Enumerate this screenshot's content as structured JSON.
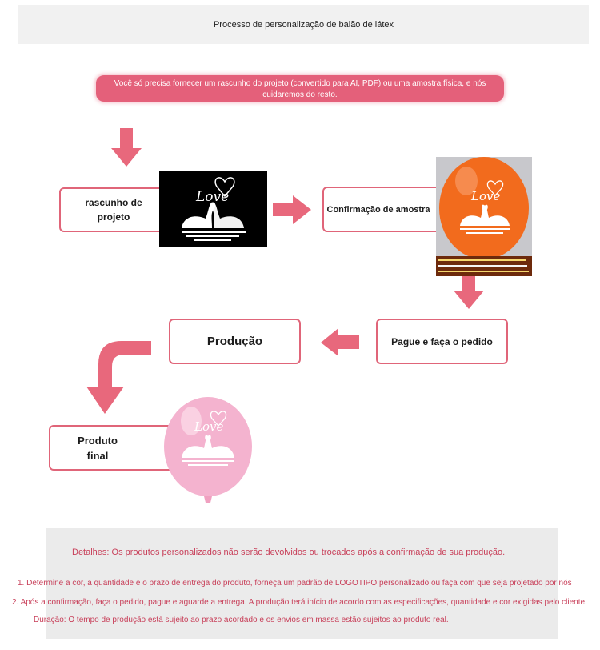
{
  "header": {
    "title": "Processo de personalização de balão de látex"
  },
  "banner": {
    "text": "Você só precisa fornecer um rascunho do projeto (convertido para AI, PDF) ou uma amostra física, e nós cuidaremos do resto."
  },
  "steps": {
    "draft_line1": "rascunho de",
    "draft_line2": "projeto",
    "confirm": "Confirmação de amostra",
    "pay": "Pague e faça o pedido",
    "produce": "Produção",
    "final_line1": "Produto",
    "final_line2": "final"
  },
  "images": {
    "logo_text": "Love"
  },
  "details": {
    "heading": "Detalhes: Os produtos personalizados não serão devolvidos ou trocados após a confirmação de sua produção.",
    "item1": "1. Determine a cor, a quantidade e o prazo de entrega do produto, forneça um padrão de LOGOTIPO personalizado ou faça com que seja projetado por nós",
    "item2": "2. Após a confirmação, faça o pedido, pague e aguarde a entrega. A produção terá início de acordo com as especificações, quantidade e cor exigidas pelo cliente.",
    "item3": "Duração: O tempo de produção está sujeito ao prazo acordado e os envios em massa estão sujeitos ao produto real."
  },
  "colors": {
    "accent": "#e06579",
    "banner": "#e4607a",
    "details_text": "#c8405a",
    "orange_balloon": "#f26b1d",
    "pink_balloon": "#f4b3cf"
  }
}
